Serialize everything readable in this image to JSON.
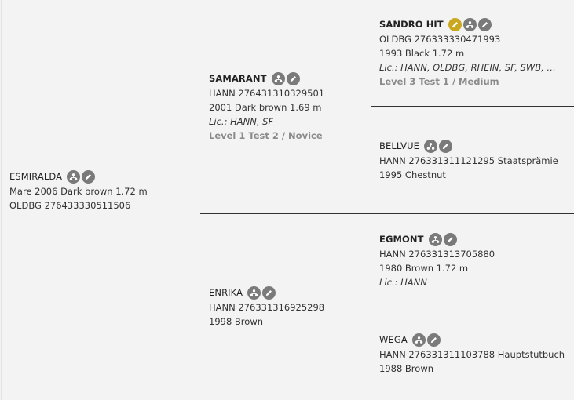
{
  "dam": {
    "name": "ESMIRALDA",
    "details": "Mare 2006 Dark brown 1.72 m",
    "reg": "OLDBG 276433330511506"
  },
  "sire": {
    "name": "SAMARANT",
    "reg": "HANN 276431310329501",
    "details": "2001 Dark brown 1.69 m",
    "lic": "Lic.: HANN, SF",
    "level": "Level 1 Test 2 / Novice"
  },
  "sire_sire": {
    "name": "SANDRO HIT",
    "reg": "OLDBG 276333330471993",
    "details": "1993 Black 1.72 m",
    "lic": "Lic.: HANN, OLDBG, RHEIN, SF, SWB, WEST...",
    "level": "Level 3 Test 1 / Medium"
  },
  "sire_dam": {
    "name": "BELLVUE",
    "reg": "HANN 276331311121295 Staatsprämie",
    "details": "1995 Chestnut"
  },
  "dam_side": {
    "name": "ENRIKA",
    "reg": "HANN 276331316925298",
    "details": "1998 Brown"
  },
  "dam_sire": {
    "name": "EGMONT",
    "reg": "HANN 276331313705880",
    "details": "1980 Brown 1.72 m",
    "lic": "Lic.: HANN"
  },
  "dam_dam": {
    "name": "WEGA",
    "reg": "HANN 276331311103788 Hauptstutbuch",
    "details": "1988 Brown"
  },
  "icons": {
    "pedigree": "pedigree-tree-icon",
    "edit": "pencil-edit-icon",
    "gold_color": "#c9a820",
    "gray_color": "#7a7a7a"
  }
}
